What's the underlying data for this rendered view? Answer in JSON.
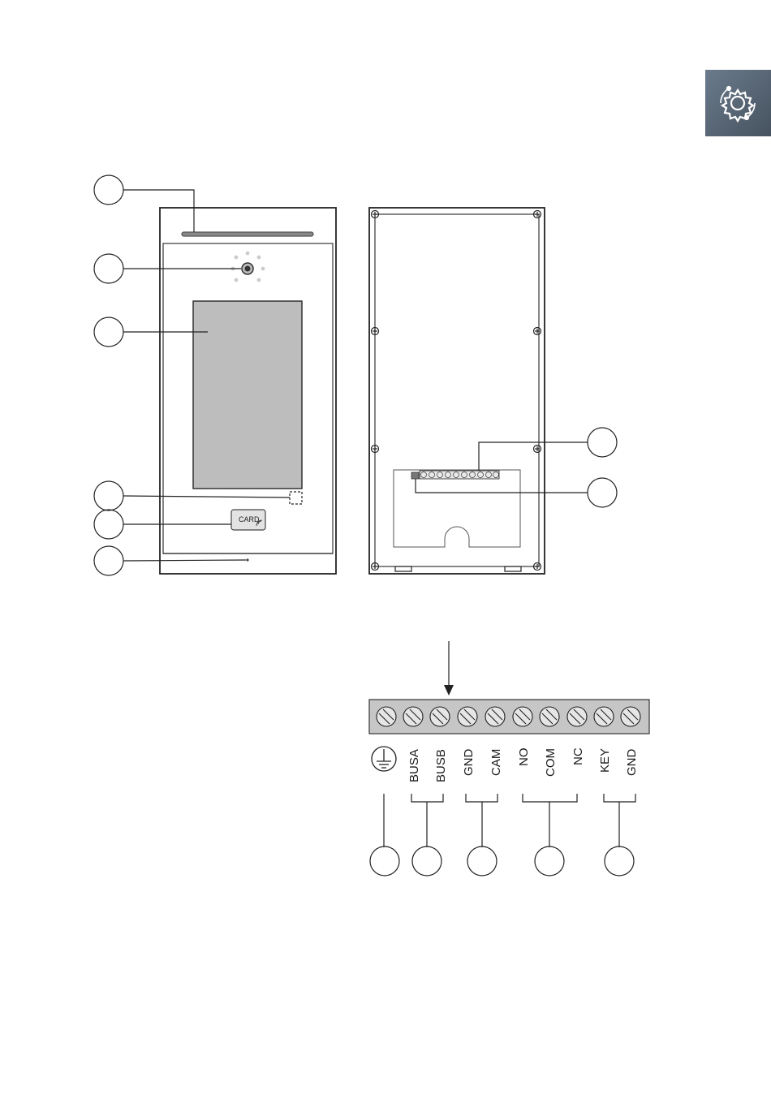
{
  "settings_tab": {
    "icon": "gear-icon",
    "color": "#55626f"
  },
  "front_panel": {
    "card_reader_label": "CARD"
  },
  "terminal_block": {
    "terminals": [
      "BUSA",
      "BUSB",
      "GND",
      "CAM",
      "NO",
      "COM",
      "NC",
      "KEY",
      "GND"
    ],
    "ground_icon": "earth-ground-icon"
  }
}
